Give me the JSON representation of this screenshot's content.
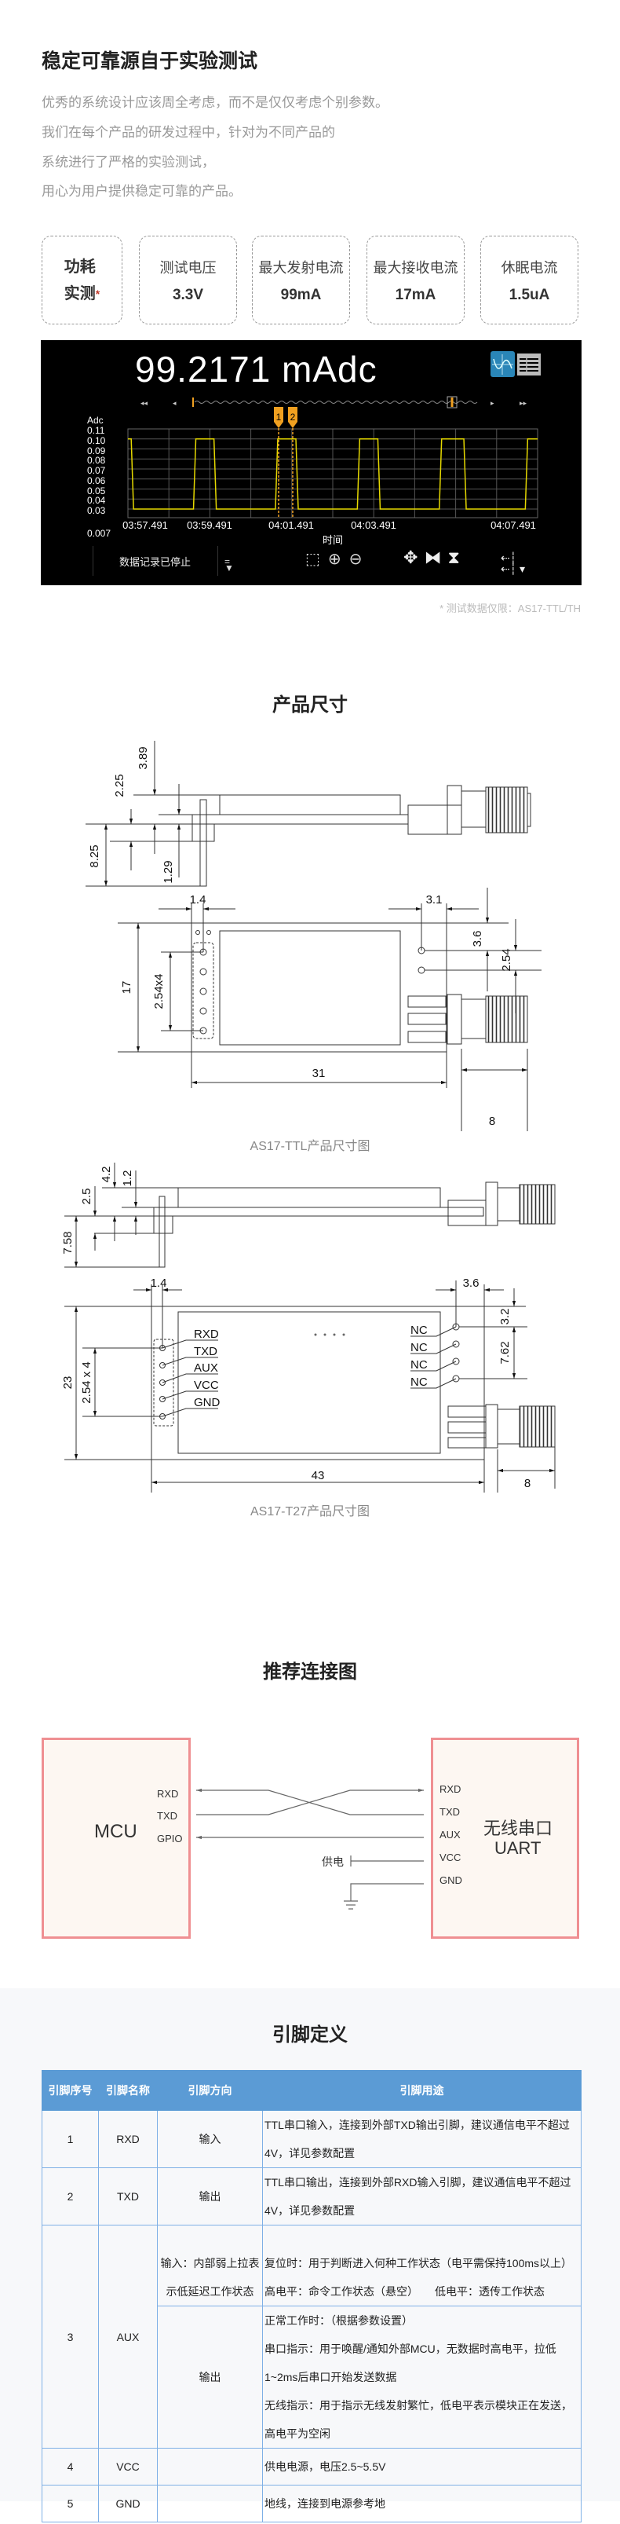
{
  "intro": {
    "title": "稳定可靠源自于实验测试",
    "lines": [
      "优秀的系统设计应该周全考虑，而不是仅仅考虑个别参数。",
      "我们在每个产品的研发过程中，针对为不同产品的",
      "系统进行了严格的实验测试，",
      "用心为用户提供稳定可靠的产品。"
    ]
  },
  "specs": {
    "first": {
      "line1": "功耗",
      "line2": "实测",
      "star": "*"
    },
    "items": [
      {
        "label": "测试电压",
        "value": "3.3V"
      },
      {
        "label": "最大发射电流",
        "value": "99mA"
      },
      {
        "label": "最大接收电流",
        "value": "17mA"
      },
      {
        "label": "休眠电流",
        "value": "1.5uA"
      }
    ]
  },
  "instrument": {
    "reading": "99.2171  mAdc",
    "unit_label": "Adc",
    "y_ticks": [
      "0.11",
      "0.10",
      "0.09",
      "0.08",
      "0.07",
      "0.06",
      "0.05",
      "0.04",
      "0.03",
      "0.007"
    ],
    "x_ticks": [
      "03:57.491",
      "03:59.491",
      "04:01.491",
      "04:03.491",
      "04:07.491"
    ],
    "x_axis_label": "时间",
    "markers": [
      "1",
      "2"
    ],
    "status": "数据记录已停止",
    "trace_color": "#e5d800",
    "marker_color": "#f0a020",
    "waveform": {
      "high": 0.1,
      "low": 0.03,
      "duration_s": 10,
      "transitions_s": [
        0.08,
        1.6,
        2.1,
        3.6,
        4.1,
        5.6,
        6.1,
        7.6,
        8.2,
        9.7
      ],
      "starts_high": true
    }
  },
  "footnote": "* 测试数据仅限：AS17-TTL/TH",
  "dimensions": {
    "title": "产品尺寸",
    "ttl": {
      "caption": "AS17-TTL产品尺寸图",
      "d389": "3.89",
      "d225": "2.25",
      "d825": "8.25",
      "d129": "1.29",
      "d14": "1.4",
      "d31a": "3.1",
      "d36": "3.6",
      "d254": "2.54",
      "d17": "17",
      "d254x4": "2.54x4",
      "d31": "31",
      "d8": "8"
    },
    "t27": {
      "caption": "AS17-T27产品尺寸图",
      "d42": "4.2",
      "d12": "1.2",
      "d25": "2.5",
      "d758": "7.58",
      "d14": "1.4",
      "d36": "3.6",
      "d32": "3.2",
      "d762": "7.62",
      "d23": "23",
      "d254x4": "2.54 x 4",
      "d43": "43",
      "d8": "8",
      "pins": [
        "RXD",
        "TXD",
        "AUX",
        "VCC",
        "GND"
      ],
      "nc": [
        "NC",
        "NC",
        "NC",
        "NC"
      ]
    }
  },
  "connection": {
    "title": "推荐连接图",
    "mcu": "MCU",
    "mcu_pins": [
      "RXD",
      "TXD",
      "GPIO"
    ],
    "module_line1": "无线串口",
    "module_line2": "UART",
    "module_pins": [
      "RXD",
      "TXD",
      "AUX",
      "VCC",
      "GND"
    ],
    "power_label": "供电"
  },
  "pins": {
    "title": "引脚定义",
    "headers": [
      "引脚序号",
      "引脚名称",
      "引脚方向",
      "引脚用途"
    ],
    "rows": [
      {
        "no": "1",
        "name": "RXD",
        "dir": "输入",
        "use": "TTL串口输入，连接到外部TXD输出引脚，建议通信电平不超过4V，详见参数配置"
      },
      {
        "no": "2",
        "name": "TXD",
        "dir": "输出",
        "use": "TTL串口输出，连接到外部RXD输入引脚，建议通信电平不超过4V，详见参数配置"
      },
      {
        "no": "3",
        "name": "AUX",
        "dir_in": "输入：内部弱上拉表示低延迟工作状态",
        "use_in_1": "复位时：用于判断进入何种工作状态（电平需保持100ms以上）",
        "use_in_2": "高电平：命令工作状态（悬空）　　低电平：透传工作状态",
        "dir_out": "输出",
        "use_out": [
          "正常工作时：（根据参数设置）",
          "串口指示：用于唤醒/通知外部MCU，无数据时高电平，拉低1~2ms后串口开始发送数据",
          "无线指示：用于指示无线发射繁忙，低电平表示模块正在发送，高电平为空闲"
        ]
      },
      {
        "no": "4",
        "name": "VCC",
        "dir": "",
        "use": "供电电源，电压2.5~5.5V"
      },
      {
        "no": "5",
        "name": "GND",
        "dir": "",
        "use": "地线，连接到电源参考地"
      }
    ]
  }
}
